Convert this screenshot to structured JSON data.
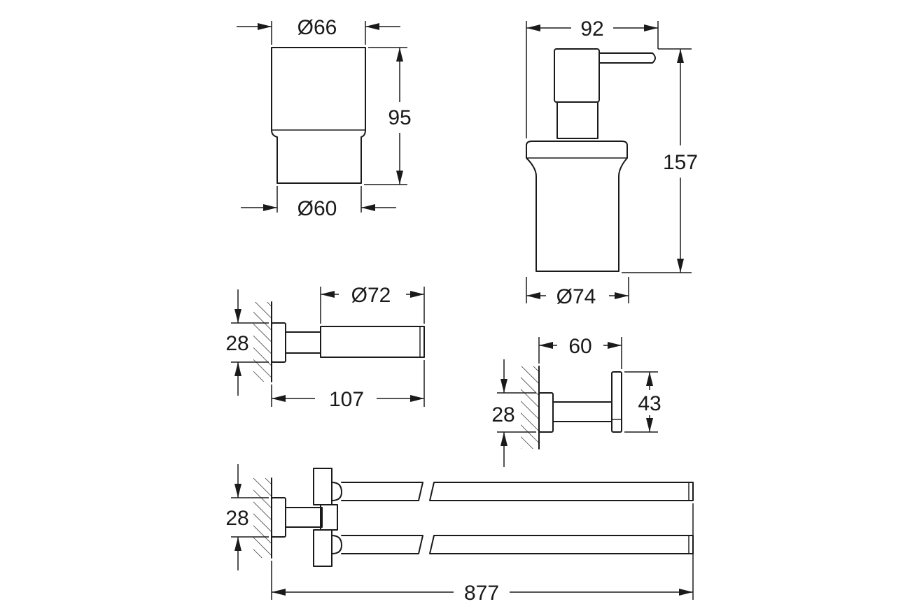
{
  "dimensions": {
    "cup_top_diameter": "Ø66",
    "cup_height": "95",
    "cup_bottom_diameter": "Ø60",
    "dispenser_width": "92",
    "dispenser_height": "157",
    "dispenser_diameter": "Ø74",
    "holder_diameter": "Ø72",
    "holder_rosette": "28",
    "holder_projection": "107",
    "hook_projection": "60",
    "hook_rosette": "28",
    "hook_height": "43",
    "towel_rosette": "28",
    "towel_length": "877"
  },
  "colors": {
    "line": "#1a1a1a",
    "background": "#ffffff"
  }
}
